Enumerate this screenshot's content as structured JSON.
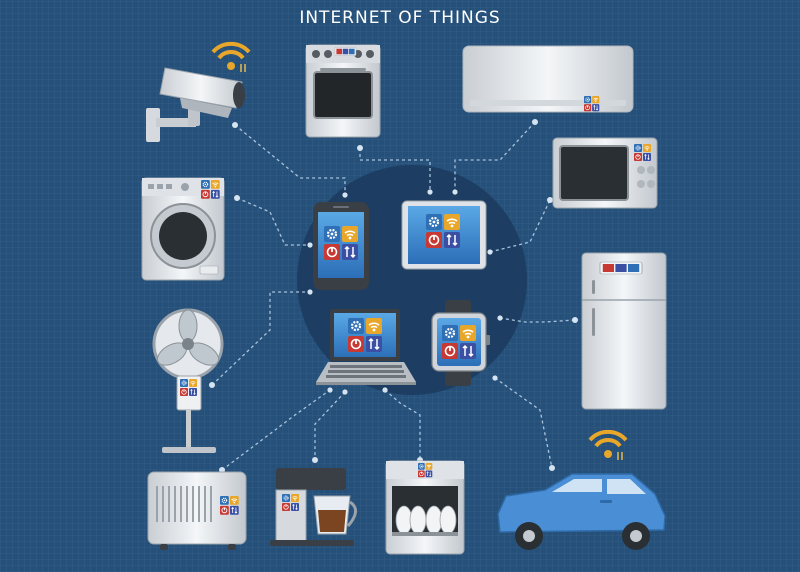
{
  "title": "INTERNET OF THINGS",
  "colors": {
    "background": "#24507a",
    "hub": "#1d3e62",
    "connector": "#a9c3dc",
    "tile_control": "#2e6fb5",
    "tile_wifi": "#e8a72a",
    "tile_power": "#c73a34",
    "tile_transfer": "#3b4fa3",
    "car_body": "#4a8fd6"
  },
  "icons": {
    "control": "gear-icon",
    "wireless": "wifi-icon",
    "power": "power-icon",
    "transfer": "transfer-arrows-icon"
  },
  "controllers": [
    "smartphone",
    "tablet",
    "laptop",
    "smartwatch"
  ],
  "appliances": [
    "security-camera",
    "oven",
    "air-conditioner",
    "microwave",
    "washing-machine",
    "refrigerator",
    "electric-fan",
    "radiator-heater",
    "coffee-maker",
    "dishwasher",
    "car"
  ]
}
